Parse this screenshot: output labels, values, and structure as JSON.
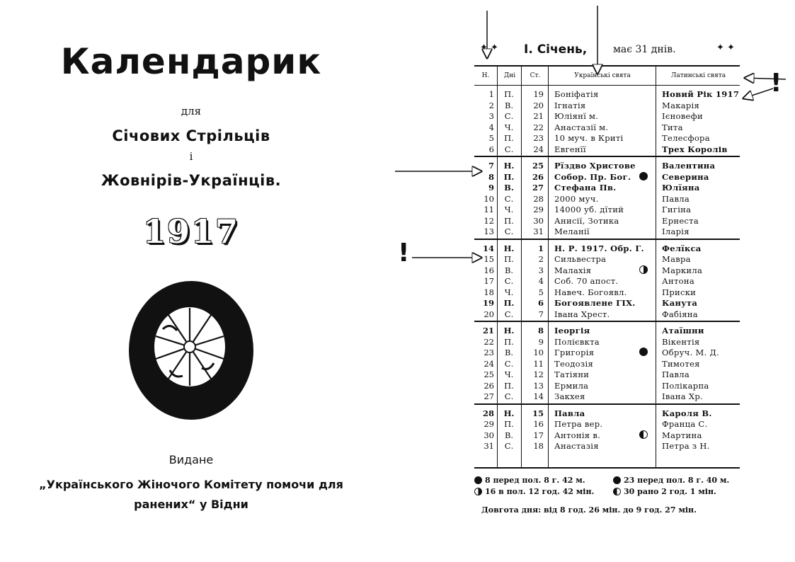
{
  "title_page": {
    "title": "Календарик",
    "for": "для",
    "line1": "Січових Стрільців",
    "conj": "і",
    "line2": "Жовнірів-Українців.",
    "year": "1917",
    "published": "Видане",
    "publisher": "„Українського Жіночого Комітету помочи для",
    "publisher2": "ранених“ у Відни"
  },
  "calendar": {
    "month_label": "I. Січень,",
    "days_label": "має 31 днів.",
    "ornament": "✦ ✦",
    "headers": {
      "day": "Н.",
      "weekday": "Дні",
      "old_style": "Ст.",
      "ukrainian": "Українські свята",
      "latin": "Латинські свята"
    },
    "weeks": [
      [
        {
          "d": "1",
          "w": "П.",
          "o": "19",
          "ua": "Боніфатія",
          "la": "Новий Рік 1917",
          "la_bold": true
        },
        {
          "d": "2",
          "w": "В.",
          "o": "20",
          "ua": "Ігнатія",
          "la": "Макарія"
        },
        {
          "d": "3",
          "w": "С.",
          "o": "21",
          "ua": "Юліянї м.",
          "la": "Ієновефи"
        },
        {
          "d": "4",
          "w": "Ч.",
          "o": "22",
          "ua": "Анастазії м.",
          "la": "Тита"
        },
        {
          "d": "5",
          "w": "П.",
          "o": "23",
          "ua": "10 муч. в Криті",
          "la": "Телесфора"
        },
        {
          "d": "6",
          "w": "С.",
          "o": "24",
          "ua": "Евгенїї",
          "la": "Трех Королів",
          "la_bold": true
        }
      ],
      [
        {
          "d": "7",
          "w": "Н.",
          "o": "25",
          "ua": "Рїздво Христове",
          "la": "Валентина",
          "bold": true
        },
        {
          "d": "8",
          "w": "П.",
          "o": "26",
          "ua": "Собор. Пр. Бог.",
          "la": "Северина",
          "bold": true,
          "moon": "full"
        },
        {
          "d": "9",
          "w": "В.",
          "o": "27",
          "ua": "Стефана Пв.",
          "la": "Юлїяна",
          "bold": true
        },
        {
          "d": "10",
          "w": "С.",
          "o": "28",
          "ua": "2000 муч.",
          "la": "Павла"
        },
        {
          "d": "11",
          "w": "Ч.",
          "o": "29",
          "ua": "14000 уб. дїтий",
          "la": "Гигіна"
        },
        {
          "d": "12",
          "w": "П.",
          "o": "30",
          "ua": "Анисії, Зотика",
          "la": "Ернеста"
        },
        {
          "d": "13",
          "w": "С.",
          "o": "31",
          "ua": "Меланії",
          "la": "Іларія"
        }
      ],
      [
        {
          "d": "14",
          "w": "Н.",
          "o": "1",
          "ua": "Н. Р. 1917. Обр. Г.",
          "la": "Фелїкса",
          "bold": true
        },
        {
          "d": "15",
          "w": "П.",
          "o": "2",
          "ua": "Сильвестра",
          "la": "Мавра"
        },
        {
          "d": "16",
          "w": "В.",
          "o": "3",
          "ua": "Малахія",
          "la": "Маркила",
          "moon": "q3"
        },
        {
          "d": "17",
          "w": "С.",
          "o": "4",
          "ua": "Соб. 70 апост.",
          "la": "Антона"
        },
        {
          "d": "18",
          "w": "Ч.",
          "o": "5",
          "ua": "Навеч. Богоявл.",
          "la": "Приски"
        },
        {
          "d": "19",
          "w": "П.",
          "o": "6",
          "ua": "Богоявлене ГІХ.",
          "la": "Канута",
          "bold": true
        },
        {
          "d": "20",
          "w": "С.",
          "o": "7",
          "ua": "Івана Хрест.",
          "la": "Фабіяна"
        }
      ],
      [
        {
          "d": "21",
          "w": "Н.",
          "o": "8",
          "ua": "Іеоргія",
          "la": "Атаїшни",
          "bold": true
        },
        {
          "d": "22",
          "w": "П.",
          "o": "9",
          "ua": "Полієвкта",
          "la": "Вікентія"
        },
        {
          "d": "23",
          "w": "В.",
          "o": "10",
          "ua": "Григорія",
          "la": "Обруч. М. Д.",
          "moon": "new"
        },
        {
          "d": "24",
          "w": "С.",
          "o": "11",
          "ua": "Теодозія",
          "la": "Тимотея"
        },
        {
          "d": "25",
          "w": "Ч.",
          "o": "12",
          "ua": "Татіяни",
          "la": "Павла"
        },
        {
          "d": "26",
          "w": "П.",
          "o": "13",
          "ua": "Ермила",
          "la": "Полікарпа"
        },
        {
          "d": "27",
          "w": "С.",
          "o": "14",
          "ua": "Закхея",
          "la": "Івана Хр."
        }
      ],
      [
        {
          "d": "28",
          "w": "Н.",
          "o": "15",
          "ua": "Павла",
          "la": "Кароля В.",
          "bold": true
        },
        {
          "d": "29",
          "w": "П.",
          "o": "16",
          "ua": "Петра вер.",
          "la": "Франца С."
        },
        {
          "d": "30",
          "w": "В.",
          "o": "17",
          "ua": "Антонія в.",
          "la": "Мартина",
          "moon": "q1"
        },
        {
          "d": "31",
          "w": "С.",
          "o": "18",
          "ua": "Анастазія",
          "la": "Петра з Н."
        }
      ]
    ],
    "phases": {
      "p1": "8 перед пол. 8 г. 42 м.",
      "p2": "23 перед пол. 8 г. 40 м.",
      "p3": "16 в пол. 12 год. 42 мін.",
      "p4": "30 рано 2 год. 1 мін."
    },
    "daylength": "Довгота дня: від 8 год. 26 мін. до 9 год. 27 мін."
  },
  "annotations": {
    "exclaim": "!"
  }
}
